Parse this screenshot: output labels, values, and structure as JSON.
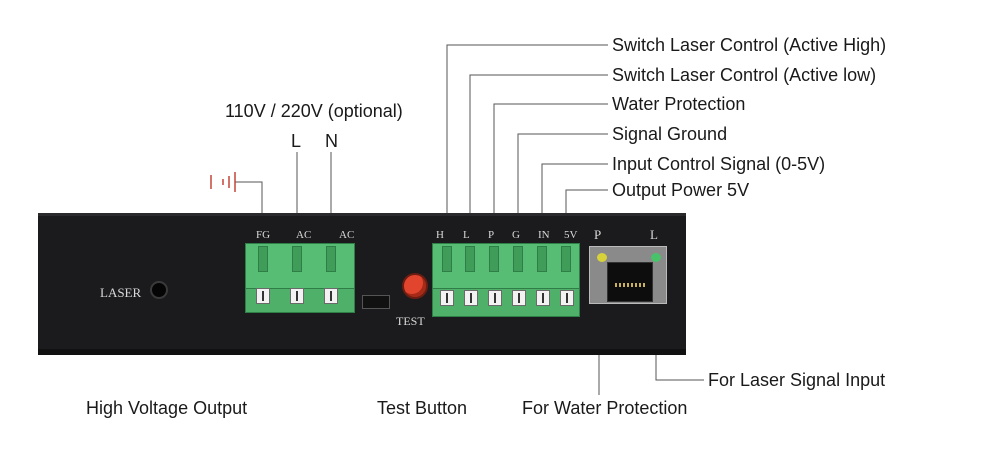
{
  "header": {
    "power_title": "110V / 220V (optional)",
    "power_l": "L",
    "power_n": "N"
  },
  "callouts": {
    "switch_high": "Switch Laser Control (Active High)",
    "switch_low": "Switch Laser Control (Active low)",
    "water_protection": "Water Protection",
    "signal_ground": "Signal Ground",
    "input_control": "Input Control Signal (0-5V)",
    "output_power": "Output Power 5V",
    "for_laser_signal": "For Laser Signal Input",
    "high_voltage": "High Voltage Output",
    "test_button": "Test Button",
    "for_water": "For Water Protection"
  },
  "panel": {
    "laser": "LASER",
    "test": "TEST",
    "power_terminals": [
      "FG",
      "AC",
      "AC"
    ],
    "control_terminals": [
      "H",
      "L",
      "P",
      "G",
      "IN",
      "5V"
    ],
    "rj45_p": "P",
    "rj45_l": "L"
  },
  "colors": {
    "panel": "#1b1b1d",
    "terminal_green": "#4fb06a",
    "ground_symbol": "#c0392b",
    "test_button": "#e2452d",
    "leader_line": "#555555",
    "led_yellow": "#d8d23a",
    "led_green": "#49c26a"
  }
}
